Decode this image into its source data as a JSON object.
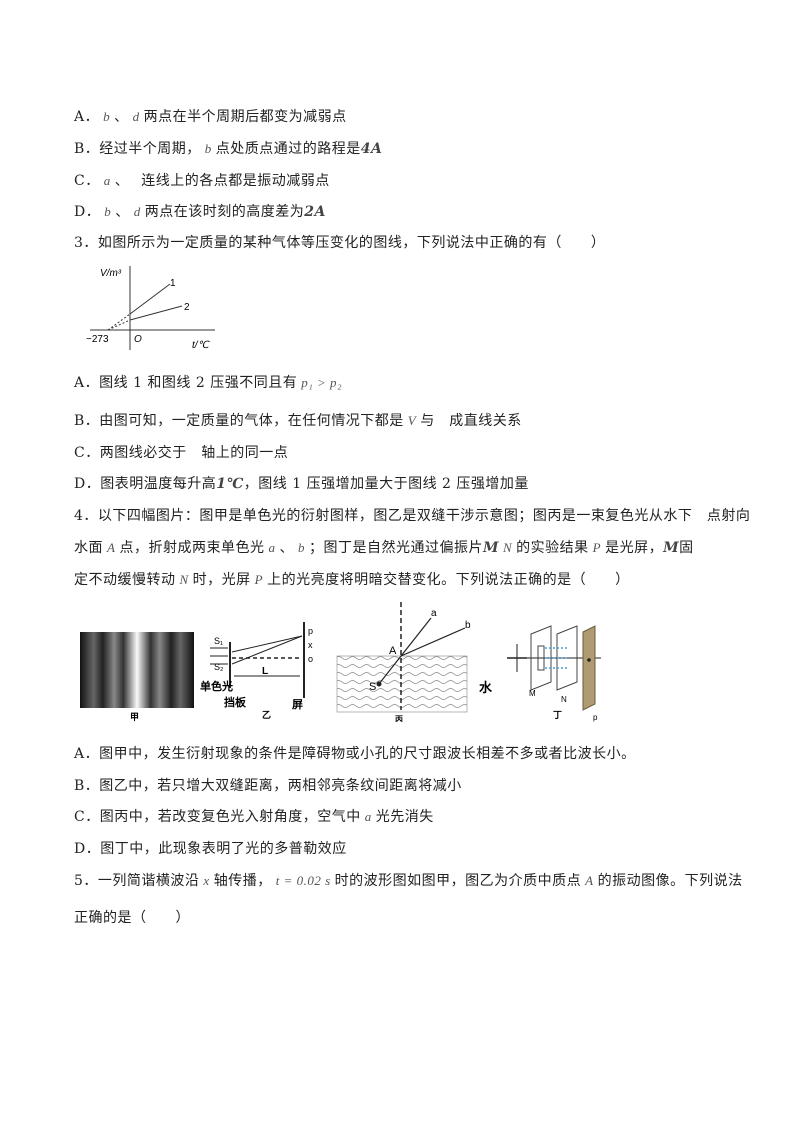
{
  "q2_options": [
    {
      "label": "A．",
      "v1": "b",
      "sep": "、",
      "v2": "d",
      "text": "两点在半个周期后都变为减弱点"
    },
    {
      "label": "B．",
      "pre": "经过半个周期，",
      "v1": "b",
      "text": "点处质点通过的路程是",
      "v2": "4A"
    },
    {
      "label": "C．",
      "v1": "a",
      "sep": "、",
      "text": "连线上的各点都是振动减弱点"
    },
    {
      "label": "D．",
      "v1": "b",
      "sep": "、",
      "v2": "d",
      "text": "两点在该时刻的高度差为",
      "v3": "2A"
    }
  ],
  "q3": {
    "stem": "3．如图所示为一定质量的某种气体等压变化的图线，下列说法中正确的有（　　）",
    "graph": {
      "ylabel": "V/m³",
      "xlabel": "t/℃",
      "origin": "O",
      "neg": "−273",
      "line1": "1",
      "line2": "2"
    },
    "options": {
      "A": {
        "label": "A．",
        "text": "图线 1 和图线 2 压强不同且有",
        "math": "p₁ > p₂"
      },
      "B": {
        "label": "B．",
        "text": "由图可知，一定质量的气体，在任何情况下都是",
        "v": "V",
        "text2": "与　成直线关系"
      },
      "C": {
        "label": "C．",
        "text": "两图线必交于　轴上的同一点"
      },
      "D": {
        "label": "D．",
        "text": "图表明温度每升高",
        "math": "1℃",
        "text2": "，图线 1 压强增加量大于图线 2 压强增加量"
      }
    }
  },
  "q4": {
    "stem1": "4．以下四幅图片：图甲是单色光的衍射图样，图乙是双缝干涉示意图；图丙是一束复色光从水下　点射向",
    "stem2a": "水面",
    "stem2_A": "A",
    "stem2b": "点，折射成两束单色光",
    "stem2_a": "a",
    "stem2c": "、",
    "stem2_b": "b",
    "stem2d": "；图丁是自然光通过偏振片",
    "stem2_M": "M",
    "stem2_N": "N",
    "stem2e": "的实验结果",
    "stem2_P": "P",
    "stem2f": "是光屏，",
    "stem2_M2": "M",
    "stem2g": "固",
    "stem3a": "定不动缓慢转动",
    "stem3_N": "N",
    "stem3b": "时，光屏",
    "stem3_P": "P",
    "stem3c": "上的光亮度将明暗交替变化。下列说法正确的是（　　）",
    "fig_labels": {
      "jia": "甲",
      "yi": "乙",
      "bing": "丙",
      "ding": "丁",
      "s1": "S₁",
      "s2": "S₂",
      "p": "p",
      "x": "x",
      "o": "o",
      "L": "L",
      "danse": "单色光",
      "dangban": "挡板",
      "ping": "屏",
      "a": "a",
      "b": "b",
      "A": "A",
      "S": "S",
      "shui": "水",
      "M": "M",
      "N": "N",
      "P": "p"
    },
    "options": [
      {
        "label": "A．",
        "text": "图甲中，发生衍射现象的条件是障碍物或小孔的尺寸跟波长相差不多或者比波长小。"
      },
      {
        "label": "B．",
        "text": "图乙中，若只增大双缝距离，两相邻亮条纹间距离将减小"
      },
      {
        "label": "C．",
        "text": "图丙中，若改变复色光入射角度，空气中",
        "v": "a",
        "text2": "光先消失"
      },
      {
        "label": "D．",
        "text": "图丁中，此现象表明了光的多普勒效应"
      }
    ]
  },
  "q5": {
    "stem1a": "5．一列简谐横波沿",
    "stem1_x": "x",
    "stem1b": "轴传播，",
    "stem1_t": "t = 0.02 s",
    "stem1c": "时的波形图如图甲，图乙为介质中质点",
    "stem1_A": "A",
    "stem1d": "的振动图像。下列说法",
    "stem2": "正确的是（　　）"
  }
}
